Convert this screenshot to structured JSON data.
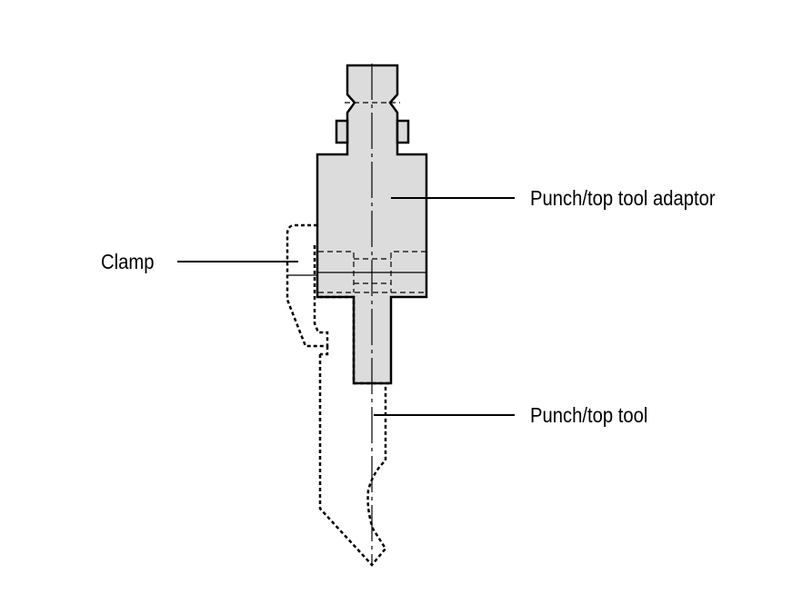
{
  "labels": {
    "adaptor": "Punch/top tool adaptor",
    "clamp": "Clamp",
    "tool": "Punch/top tool"
  },
  "colors": {
    "fill": "#dcdcdc",
    "stroke": "#000000"
  }
}
